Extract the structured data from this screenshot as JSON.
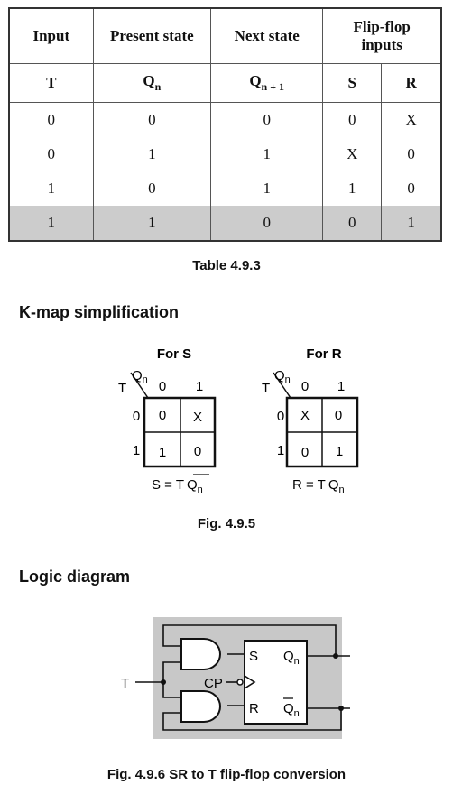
{
  "table": {
    "headers": [
      "Input",
      "Present state",
      "Next state",
      "Flip-flop inputs"
    ],
    "subheaders": [
      {
        "main": "T",
        "sub": ""
      },
      {
        "main": "Q",
        "sub": "n"
      },
      {
        "main": "Q",
        "sub": "n + 1"
      },
      {
        "main": "S",
        "sub": ""
      },
      {
        "main": "R",
        "sub": ""
      }
    ],
    "rows": [
      [
        "0",
        "0",
        "0",
        "0",
        "X"
      ],
      [
        "0",
        "1",
        "1",
        "X",
        "0"
      ],
      [
        "1",
        "0",
        "1",
        "1",
        "0"
      ],
      [
        "1",
        "1",
        "0",
        "0",
        "1"
      ]
    ],
    "highlight_row": 3
  },
  "table_caption": "Table 4.9.3",
  "kmap_heading": "K-map simplification",
  "kmaps": [
    {
      "title": "For S",
      "cells": [
        [
          "0",
          "X"
        ],
        [
          "1",
          "0"
        ]
      ],
      "expr_prefix": "S = T",
      "expr_var": "Q",
      "expr_sub": "n",
      "overbar": true
    },
    {
      "title": "For R",
      "cells": [
        [
          "X",
          "0"
        ],
        [
          "0",
          "1"
        ]
      ],
      "expr_prefix": "R = T",
      "expr_var": "Q",
      "expr_sub": "n",
      "overbar": false
    }
  ],
  "kmap_labels": {
    "row_var": "T",
    "col_var": "Q",
    "col_sub": "n",
    "row_values": [
      "0",
      "1"
    ],
    "col_values": [
      "0",
      "1"
    ]
  },
  "kmap_caption": "Fig. 4.9.5",
  "logic_heading": "Logic diagram",
  "logic": {
    "input": "T",
    "clock": "CP",
    "s": "S",
    "r": "R",
    "q": "Q",
    "sub": "n"
  },
  "logic_caption": "Fig. 4.9.6 SR to T flip-flop conversion",
  "colors": {
    "shade": "#cccccc",
    "diagram_bg": "#c8c8c8"
  }
}
